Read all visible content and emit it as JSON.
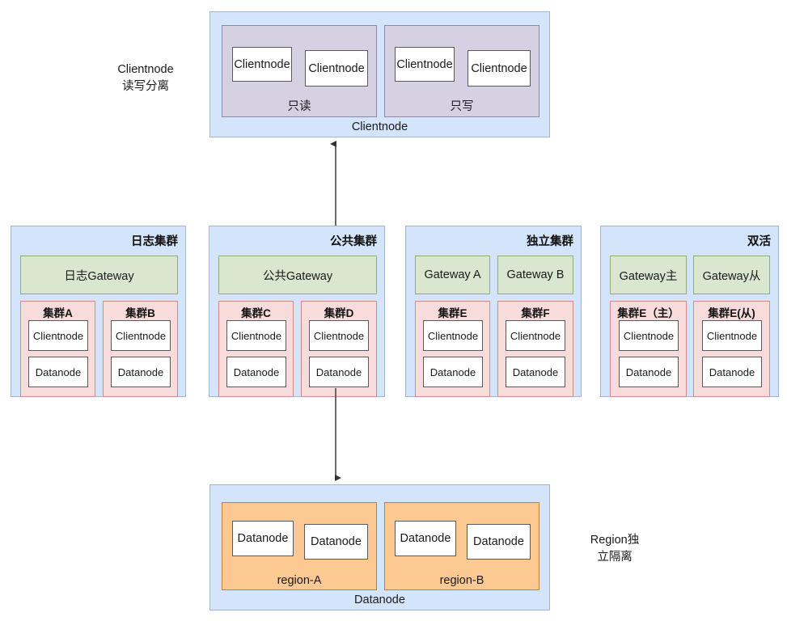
{
  "diagram": {
    "title_note_top": {
      "line1": "Clientnode",
      "line2": "读写分离"
    },
    "title_note_bottom": {
      "line1": "Region独",
      "line2": "立隔离"
    },
    "clientnode_section": {
      "caption": "Clientnode",
      "groups": [
        {
          "caption": "只读",
          "nodes": [
            "Clientnode",
            "Clientnode"
          ]
        },
        {
          "caption": "只写",
          "nodes": [
            "Clientnode",
            "Clientnode"
          ]
        }
      ]
    },
    "datanode_section": {
      "caption": "Datanode",
      "groups": [
        {
          "caption": "region-A",
          "nodes": [
            "Datanode",
            "Datanode"
          ]
        },
        {
          "caption": "region-B",
          "nodes": [
            "Datanode",
            "Datanode"
          ]
        }
      ]
    },
    "panels": [
      {
        "title": "日志集群",
        "gateways": [
          "日志Gateway"
        ],
        "clusters": [
          {
            "name": "集群A",
            "nodes": [
              "Clientnode",
              "Datanode"
            ]
          },
          {
            "name": "集群B",
            "nodes": [
              "Clientnode",
              "Datanode"
            ]
          }
        ]
      },
      {
        "title": "公共集群",
        "gateways": [
          "公共Gateway"
        ],
        "clusters": [
          {
            "name": "集群C",
            "nodes": [
              "Clientnode",
              "Datanode"
            ]
          },
          {
            "name": "集群D",
            "nodes": [
              "Clientnode",
              "Datanode"
            ]
          }
        ]
      },
      {
        "title": "独立集群",
        "gateways": [
          "Gateway A",
          "Gateway B"
        ],
        "clusters": [
          {
            "name": "集群E",
            "nodes": [
              "Clientnode",
              "Datanode"
            ]
          },
          {
            "name": "集群F",
            "nodes": [
              "Clientnode",
              "Datanode"
            ]
          }
        ]
      },
      {
        "title": "双活",
        "gateways": [
          "Gateway主",
          "Gateway从"
        ],
        "clusters": [
          {
            "name": "集群E（主）",
            "nodes": [
              "Clientnode",
              "Datanode"
            ]
          },
          {
            "name": "集群E(从)",
            "nodes": [
              "Clientnode",
              "Datanode"
            ]
          }
        ]
      }
    ],
    "connectors": [
      {
        "name": "public-cluster-to-clientnode",
        "direction": "up"
      },
      {
        "name": "public-cluster-to-datanode",
        "direction": "down"
      }
    ],
    "colors": {
      "panel_blue": "#d4e4fa",
      "group_purple": "#d5d1e3",
      "group_orange": "#fcc993",
      "gateway_green": "#d9e7d0",
      "cluster_pink": "#f8dcdc",
      "node_white": "#ffffff",
      "connector": "#5a5a5a"
    }
  }
}
